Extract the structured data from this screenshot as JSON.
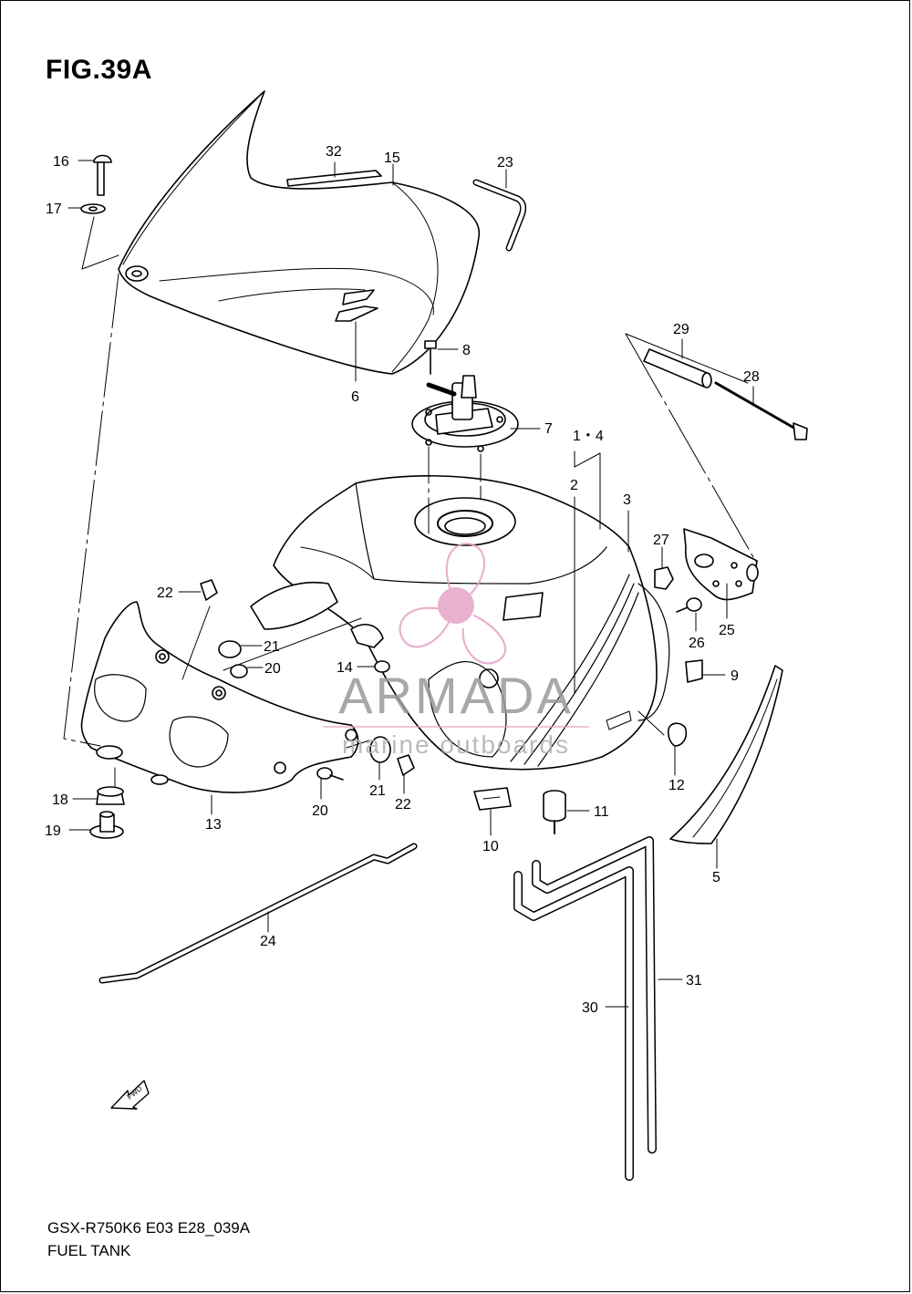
{
  "figure": {
    "title": "FIG.39A"
  },
  "footer": {
    "code": "GSX-R750K6 E03 E28_039A",
    "name": "FUEL TANK"
  },
  "watermark": {
    "brand": "ARMADA",
    "tagline": "marine outboards",
    "accent": "#e6a3c8",
    "text_color": "#9a9a9a"
  },
  "fwd_arrow": {
    "label": "FWD"
  },
  "callouts": {
    "c1": "1・4",
    "c2": "2",
    "c3": "3",
    "c5": "5",
    "c6": "6",
    "c7": "7",
    "c8": "8",
    "c9": "9",
    "c10": "10",
    "c11": "11",
    "c12": "12",
    "c13": "13",
    "c14": "14",
    "c15": "15",
    "c16": "16",
    "c17": "17",
    "c18": "18",
    "c19": "19",
    "c20a": "20",
    "c20b": "20",
    "c21a": "21",
    "c21b": "21",
    "c22a": "22",
    "c22b": "22",
    "c23": "23",
    "c24": "24",
    "c25": "25",
    "c26": "26",
    "c27": "27",
    "c28": "28",
    "c29": "29",
    "c30": "30",
    "c31": "31",
    "c32": "32"
  }
}
